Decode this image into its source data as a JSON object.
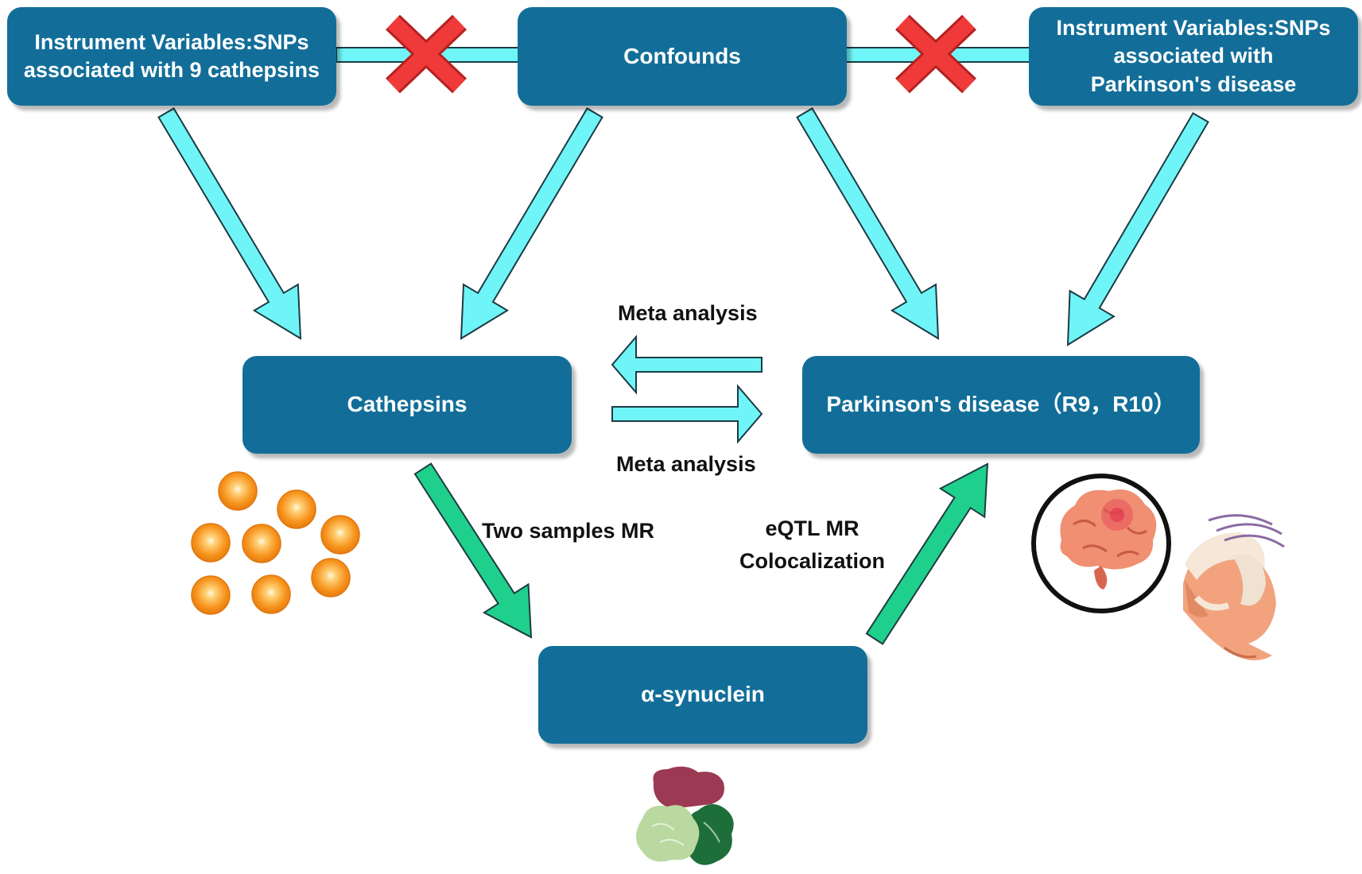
{
  "boxes": {
    "iv_cathepsins": "Instrument Variables:SNPs\nassociated with 9 cathepsins",
    "confounds": "Confounds",
    "iv_pd": "Instrument Variables:SNPs\nassociated with\nParkinson's disease",
    "cathepsins": "Cathepsins",
    "pd": "Parkinson's disease（R9，R10）",
    "synuclein": "α-synuclein"
  },
  "labels": {
    "meta_top": "Meta analysis",
    "meta_bottom": "Meta analysis",
    "two_samples": "Two samples MR",
    "eqtl_line1": "eQTL MR",
    "eqtl_line2": "Colocalization"
  },
  "colors": {
    "box_fill": "#126e99",
    "cyan_arrow": "#6ff5f7",
    "green_arrow": "#1fd08c",
    "cross": "#f03a3a",
    "sphere": "#f7941d"
  },
  "icons": {
    "cathepsin_spheres": "orange-spheres-illustration",
    "brain_patient": "brain-magnifier-elderly-person-illustration",
    "synuclein_protein": "protein-blob-illustration"
  }
}
